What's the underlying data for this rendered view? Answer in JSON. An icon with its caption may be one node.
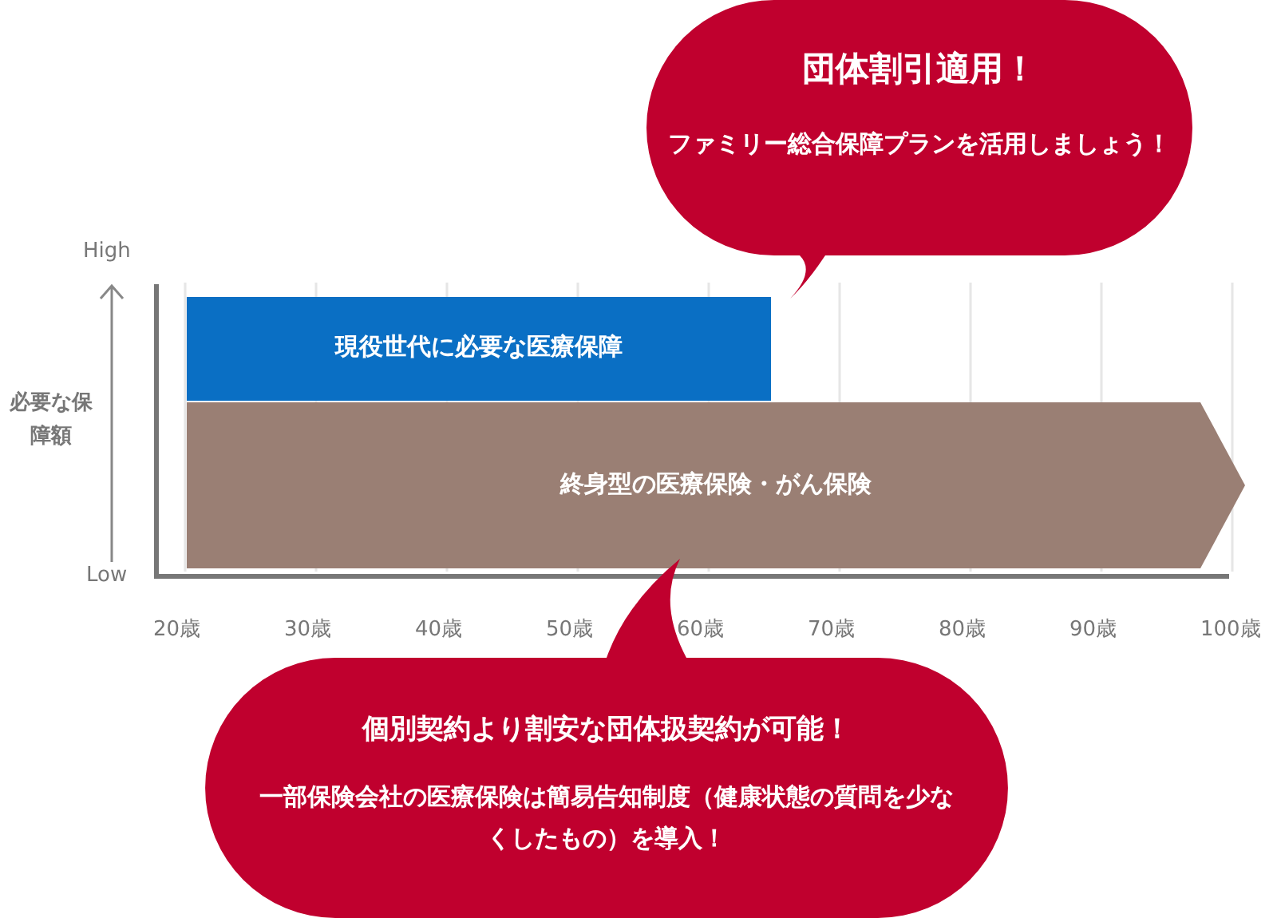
{
  "diagram": {
    "nodes": [
      {
        "text": [
          "団体割引適用！",
          "ファミリー総合保障プランを活用しましょう！"
        ]
      },
      {
        "text": [
          "現役世代に必要な医療保障"
        ]
      },
      {
        "text": [
          "終身型の医療保険・がん保険"
        ]
      },
      {
        "text": [
          "個別契約より割安な団体扱契約が可能！",
          "一部保険会社の医療保険は簡易告知制度（健康状態の質問を少なくしたもの）を導入！"
        ]
      }
    ],
    "labels": [
      "High",
      "必要な保障額",
      "Low",
      "20歳",
      "30歳",
      "40歳",
      "50歳",
      "60歳",
      "70歳",
      "80歳",
      "90歳",
      "100歳"
    ]
  }
}
